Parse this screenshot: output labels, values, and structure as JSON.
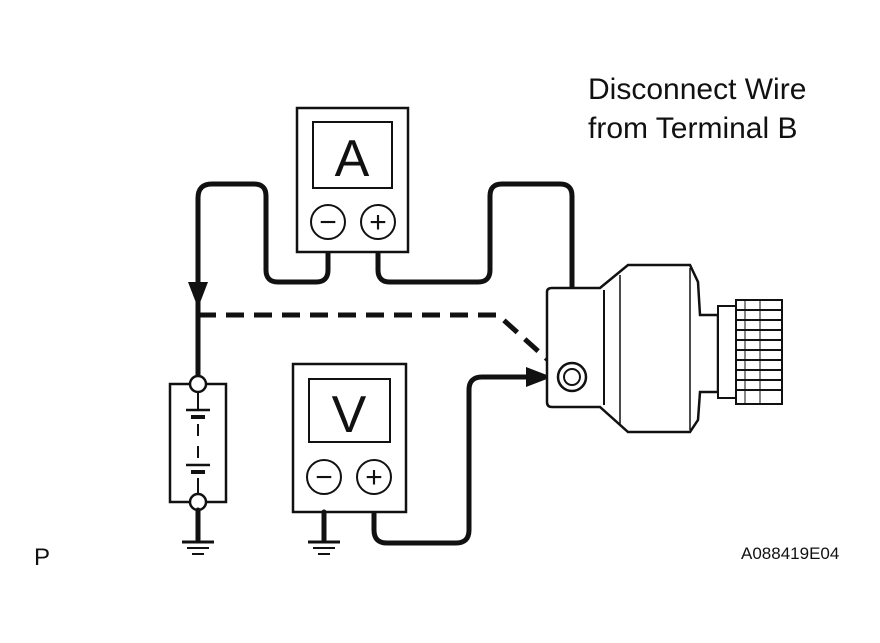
{
  "diagram": {
    "ammeter": {
      "letter": "A",
      "neg_symbol": "−",
      "pos_symbol": "+"
    },
    "voltmeter": {
      "letter": "V",
      "neg_symbol": "−",
      "pos_symbol": "+"
    },
    "instruction_line1": "Disconnect Wire",
    "instruction_line2": "from Terminal B",
    "corner_label": "P",
    "figure_code": "A088419E04"
  }
}
